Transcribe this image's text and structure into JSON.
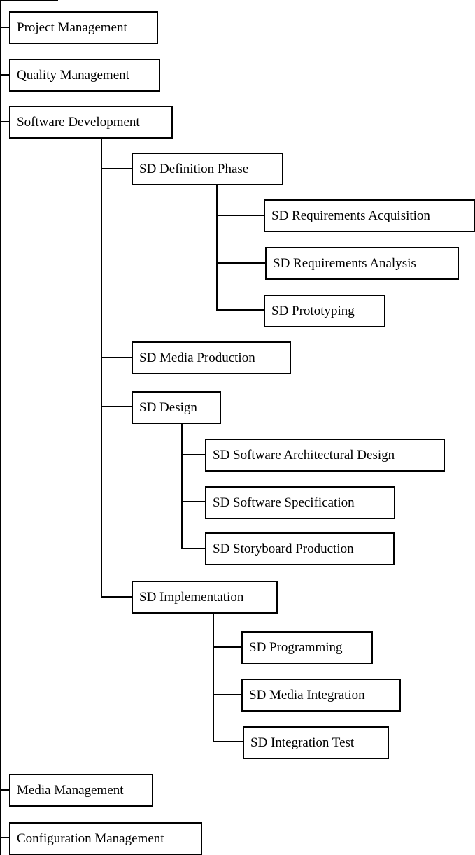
{
  "diagram": {
    "nodes": {
      "project_management": "Project Management",
      "quality_management": "Quality Management",
      "software_development": "Software Development",
      "sd_definition_phase": "SD  Definition Phase",
      "sd_requirements_acquisition": "SD  Requirements Acquisition",
      "sd_requirements_analysis": "SD  Requirements Analysis",
      "sd_prototyping": "SD  Prototyping",
      "sd_media_production": "SD  Media Production",
      "sd_design": "SD  Design",
      "sd_software_architectural_design": "SD  Software Architectural Design",
      "sd_software_specification": "SD  Software Specification",
      "sd_storyboard_production": "SD  Storyboard Production",
      "sd_implementation": "SD  Implementation",
      "sd_programming": "SD  Programming",
      "sd_media_integration": "SD  Media Integration",
      "sd_integration_test": "SD  Integration Test",
      "media_management": "Media Management",
      "configuration_management": "Configuration Management"
    },
    "colors": {
      "line": "#000000",
      "box_border": "#000000",
      "background": "#ffffff"
    }
  }
}
